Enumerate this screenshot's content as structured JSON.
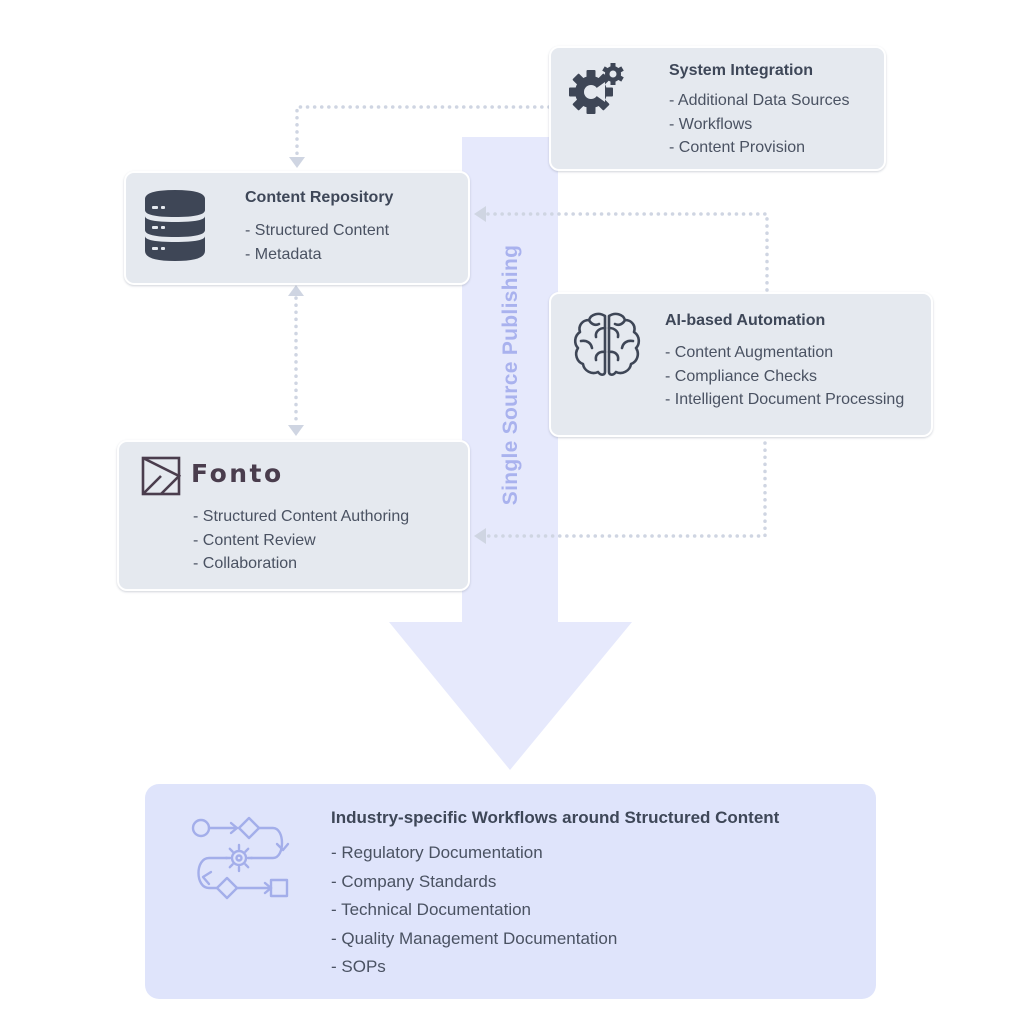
{
  "diagram": {
    "flow_arrow": {
      "label": "Single Source Publishing",
      "color": "#e6e9fc"
    },
    "connector_color": "#cfd5e2",
    "system_integration": {
      "title": "System Integration",
      "items": [
        "- Additional Data Sources",
        "- Workflows",
        "- Content Provision"
      ],
      "icon": "gears-icon"
    },
    "content_repository": {
      "title": "Content Repository",
      "items": [
        "- Structured Content",
        "- Metadata"
      ],
      "icon": "database-icon"
    },
    "ai_automation": {
      "title": "AI-based Automation",
      "items": [
        "- Content Augmentation",
        "- Compliance Checks",
        "- Intelligent Document Processing"
      ],
      "icon": "brain-icon"
    },
    "fonto": {
      "logo_text": "Fonto",
      "items": [
        "- Structured Content Authoring",
        "- Content Review",
        "- Collaboration"
      ],
      "icon": "fonto-logo-icon"
    },
    "industry_workflows": {
      "title": "Industry-specific Workflows around Structured Content",
      "items": [
        "- Regulatory Documentation",
        "- Company Standards",
        "- Technical Documentation",
        "- Quality Management Documentation",
        "- SOPs"
      ],
      "icon": "workflow-icon",
      "color": "#dfe4fb"
    }
  }
}
